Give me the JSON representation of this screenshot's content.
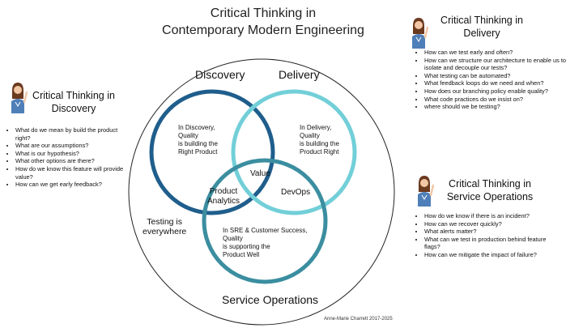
{
  "title": {
    "line1": "Critical Thinking in",
    "line2": "Contemporary Modern Engineering"
  },
  "colors": {
    "outer_ring": "#222222",
    "discovery": "#1f5e8c",
    "delivery": "#72cfd8",
    "service_operations": "#3b8ea0"
  },
  "circles": {
    "discovery": {
      "label": "Discovery",
      "text": [
        "In Discovery,",
        "Quality",
        "is building the",
        "Right Product"
      ]
    },
    "delivery": {
      "label": "Delivery",
      "text": [
        "In Delivery,",
        "Quality",
        "is building the",
        "Product Right"
      ]
    },
    "service_operations": {
      "label": "Service Operations",
      "text": [
        "In SRE & Customer Success,",
        "Quality",
        "is supporting the",
        "Product Well"
      ]
    }
  },
  "overlaps": {
    "value": "Value",
    "product_analytics": [
      "Product",
      "Analytics"
    ],
    "devops": "DevOps"
  },
  "testing": [
    "Testing is",
    "everywhere"
  ],
  "panels": {
    "discovery": {
      "title": [
        "Critical Thinking in",
        "Discovery"
      ],
      "icon": "person-avatar-icon",
      "items": [
        "What do we mean by build the product right?",
        "What are our assumptions?",
        "What is our hypothesis?",
        "What other options are there?",
        "How do we know this feature will provide value?",
        "How can we get early feedback?"
      ]
    },
    "delivery": {
      "title": [
        "Critical Thinking in",
        "Delivery"
      ],
      "icon": "person-avatar-icon",
      "items": [
        "How can we test early and often?",
        "How can we structure our architecture to enable us to isolate and decouple our tests?",
        "What testing can be automated?",
        "What feedback loops do we need and when?",
        "How does our branching policy enable quality?",
        "What code practices do we insist on?",
        "where should we be testing?"
      ]
    },
    "service_operations": {
      "title": [
        "Critical Thinking in",
        "Service Operations"
      ],
      "icon": "person-avatar-icon",
      "items": [
        "How do we know if there is an incident?",
        "How can we recover quickly?",
        "What alerts matter?",
        "What can we test in production behind feature flags?",
        "How can we mitigate the impact of failure?"
      ]
    }
  },
  "credit": "Anne-Marie Charrett 2017-2025"
}
